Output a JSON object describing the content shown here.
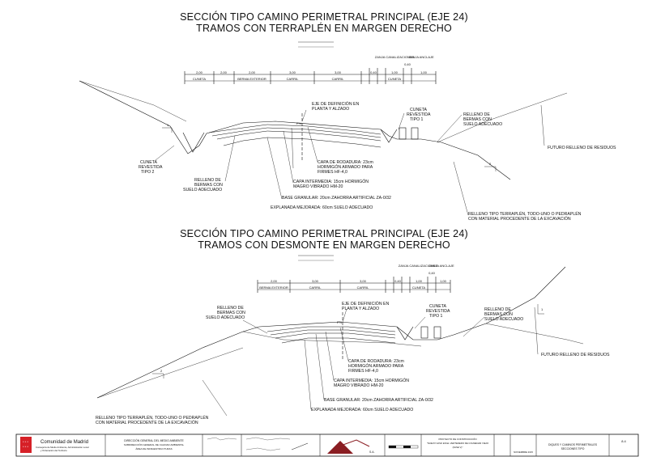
{
  "section1": {
    "title_line1": "SECCIÓN TIPO CAMINO PERIMETRAL PRINCIPAL (EJE 24)",
    "title_line2": "TRAMOS CON TERRAPLÉN EN MARGEN DERECHO",
    "dims": [
      "CUNETA",
      "BERMA EXTERIOR",
      "CARRIL",
      "CARRIL",
      "CUNETA"
    ],
    "dim_values": [
      "1,20",
      "2,00",
      "3,00",
      "3,00",
      "0,40",
      "1,00",
      "0,40",
      "1,00"
    ],
    "top_labels": [
      "ZANJA CANALIZACIONES",
      "ZANJA ANCLAJE"
    ],
    "eje_label_1": "EJE DE DEFINICIÓN EN",
    "eje_label_2": "PLANTA Y ALZADO",
    "cuneta_t1_1": "CUNETA",
    "cuneta_t1_2": "REVESTIDA",
    "cuneta_t1_3": "TIPO 1",
    "relleno_right_1": "RELLENO DE",
    "relleno_right_2": "BERMAS CON",
    "relleno_right_3": "SUELO ADECUADO",
    "futuro": "FUTURO RELLENO DE RESIDUOS",
    "cuneta_t2_1": "CUNETA",
    "cuneta_t2_2": "REVESTIDA",
    "cuneta_t2_3": "TIPO 2",
    "relleno_left_1": "RELLENO DE",
    "relleno_left_2": "BERMAS CON",
    "relleno_left_3": "SUELO ADECUADO",
    "capa_rod_1": "CAPA DE RODADURA: 23cm",
    "capa_rod_2": "HORMIGÓN ARMADO PARA",
    "capa_rod_3": "FIRMES HF-4,0",
    "capa_int_1": "CAPA INTERMEDIA: 15cm HORMIGÓN",
    "capa_int_2": "MAGRO VIBRADO HM-20",
    "base": "BASE GRANULAR: 20cm ZAHORRA ARTIFICIAL ZA-0/32",
    "explanada": "EXPLANADA MEJORADA: 60cm SUELO ADECUADO",
    "terraplen_1": "RELLENO TIPO TERRAPLÉN, TODO-UNO O PEDRAPLÉN",
    "terraplen_2": "CON MATERIAL PROCEDENTE DE LA EXCAVACIÓN"
  },
  "section2": {
    "title_line1": "SECCIÓN TIPO CAMINO PERIMETRAL PRINCIPAL (EJE 24)",
    "title_line2": "TRAMOS CON DESMONTE EN MARGEN DERECHO",
    "dims": [
      "BERMA EXTERIOR",
      "CARRIL",
      "CARRIL",
      "CUNETA"
    ],
    "dim_values": [
      "2,00",
      "3,00",
      "3,00",
      "0,40",
      "1,00",
      "0,40",
      "1,00"
    ],
    "top_labels": [
      "ZANJA CANALIZACIONES",
      "ZANJA ANCLAJE"
    ],
    "eje_label_1": "EJE DE DEFINICIÓN EN",
    "eje_label_2": "PLANTA Y ALZADO",
    "cuneta_t1_1": "CUNETA",
    "cuneta_t1_2": "REVESTIDA",
    "cuneta_t1_3": "TIPO 1",
    "relleno_left_1": "RELLENO DE",
    "relleno_left_2": "BERMAS CON",
    "relleno_left_3": "SUELO ADECUADO",
    "relleno_right_1": "RELLENO DE",
    "relleno_right_2": "BERMAS CON",
    "relleno_right_3": "SUELO ADECUADO",
    "futuro": "FUTURO RELLENO DE RESIDUOS",
    "capa_rod_1": "CAPA DE RODADURA: 23cm",
    "capa_rod_2": "HORMIGÓN ARMADO PARA",
    "capa_rod_3": "FIRMES HF-4,0",
    "capa_int_1": "CAPA INTERMEDIA: 15cm HORMIGÓN",
    "capa_int_2": "MAGRO VIBRADO HM-20",
    "base": "BASE GRANULAR: 20cm ZAHORRA ARTIFICIAL ZA-0/32",
    "explanada": "EXPLANADA MEJORADA: 60cm SUELO ADECUADO",
    "terraplen_1": "RELLENO TIPO TERRAPLÉN, TODO-UNO O PEDRAPLÉN",
    "terraplen_2": "CON MATERIAL PROCEDENTE DE LA EXCAVACIÓN"
  },
  "slope": {
    "h": "2",
    "v": "1"
  },
  "pct": "P%",
  "titleblock": {
    "org": "Comunidad de Madrid",
    "org_sub1": "Consejería de Medio Ambiente, Administración Local",
    "org_sub2": "y Ordenación del Territorio",
    "dir1": "DIRECCIÓN GENERAL DEL MEDIO AMBIENTE",
    "dir2": "SUBDIRECCIÓN GENERAL DE CALIDAD AMBIENTAL",
    "dir3": "ÁREA DE INFRAESTRUCTURAS",
    "company": "S.A.",
    "proyecto1": "PROYECTO DE CONSTRUCCIÓN",
    "proyecto2": "\"NUEVO VASO EN EL VERTEDERO DE COLMENAR VIEJO",
    "proyecto3": "(FASE V)\"",
    "fecha": "NOVIEMBRE 2015",
    "plano1": "DIQUES Y CAMINOS PERIMETRALES",
    "plano2": "SECCIONES TIPO",
    "num": "8.4"
  },
  "colors": {
    "ink": "#111111",
    "red": "#d62027"
  }
}
